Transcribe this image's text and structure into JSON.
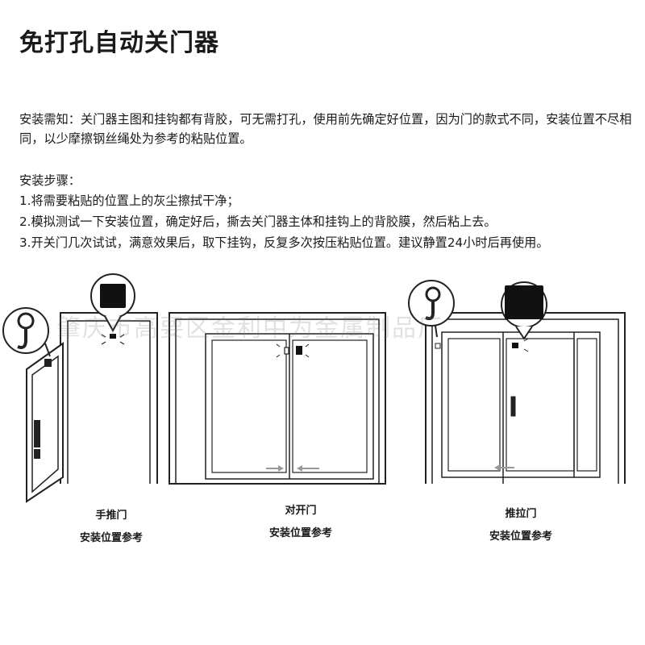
{
  "title": "免打孔自动关门器",
  "notice": "安装需知：关门器主图和挂钩都有背胶，可无需打孔，使用前先确定好位置，因为门的款式不同，安装位置不尽相同，以少摩擦钢丝绳处为参考的粘贴位置。",
  "steps_title": "安装步骤：",
  "steps": [
    "1.将需要粘贴的位置上的灰尘擦拭干净；",
    "2.模拟测试一下安装位置，确定好后，撕去关门器主体和挂钩上的背胶膜，然后粘上去。",
    "3.开关门几次试试，满意效果后，取下挂钩，反复多次按压粘贴位置。建议静置24小时后再使用。"
  ],
  "watermark": "肇庆市高要区金利中为金属制品厂",
  "diagrams": [
    {
      "name": "手推门",
      "sub": "安装位置参考"
    },
    {
      "name": "对开门",
      "sub": "安装位置参考"
    },
    {
      "name": "推拉门",
      "sub": "安装位置参考"
    }
  ],
  "colors": {
    "text": "#1a1a1a",
    "line": "#222222",
    "arrow": "#999999"
  }
}
